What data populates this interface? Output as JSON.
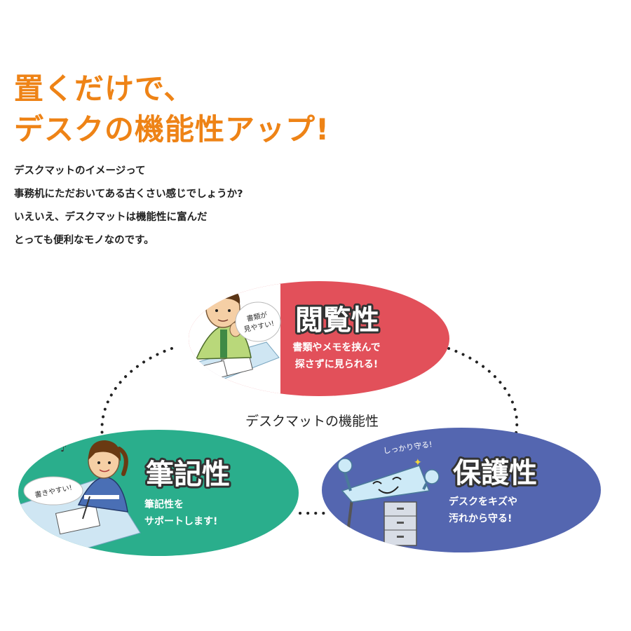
{
  "headline": {
    "line1": "置くだけで、",
    "line2": "デスクの機能性アップ!",
    "color": "#ee8316"
  },
  "intro": {
    "lines": [
      "デスクマットのイメージって",
      "事務机にただおいてある古くさい感じでしょうか?",
      "いえいえ、デスクマットは機能性に富んだ",
      "とっても便利なモノなのです。"
    ]
  },
  "diagram": {
    "center_label": "デスクマットの機能性",
    "features": [
      {
        "title": "閲覧性",
        "desc1": "書類やメモを挟んで",
        "desc2": "探さずに見られる!",
        "bubble1": "書類が",
        "bubble2": "見やすい!",
        "color": "#e2505a",
        "illustration": "man-reading-documents"
      },
      {
        "title": "筆記性",
        "desc1": "筆記性を",
        "desc2": "サポートします!",
        "bubble1": "書きやすい!",
        "color": "#2aae8c",
        "illustration": "woman-writing"
      },
      {
        "title": "保護性",
        "desc1": "デスクをキズや",
        "desc2": "汚れから守る!",
        "bubble1": "しっかり守る!",
        "color": "#5466b0",
        "illustration": "smiling-desk-mascot"
      }
    ]
  }
}
